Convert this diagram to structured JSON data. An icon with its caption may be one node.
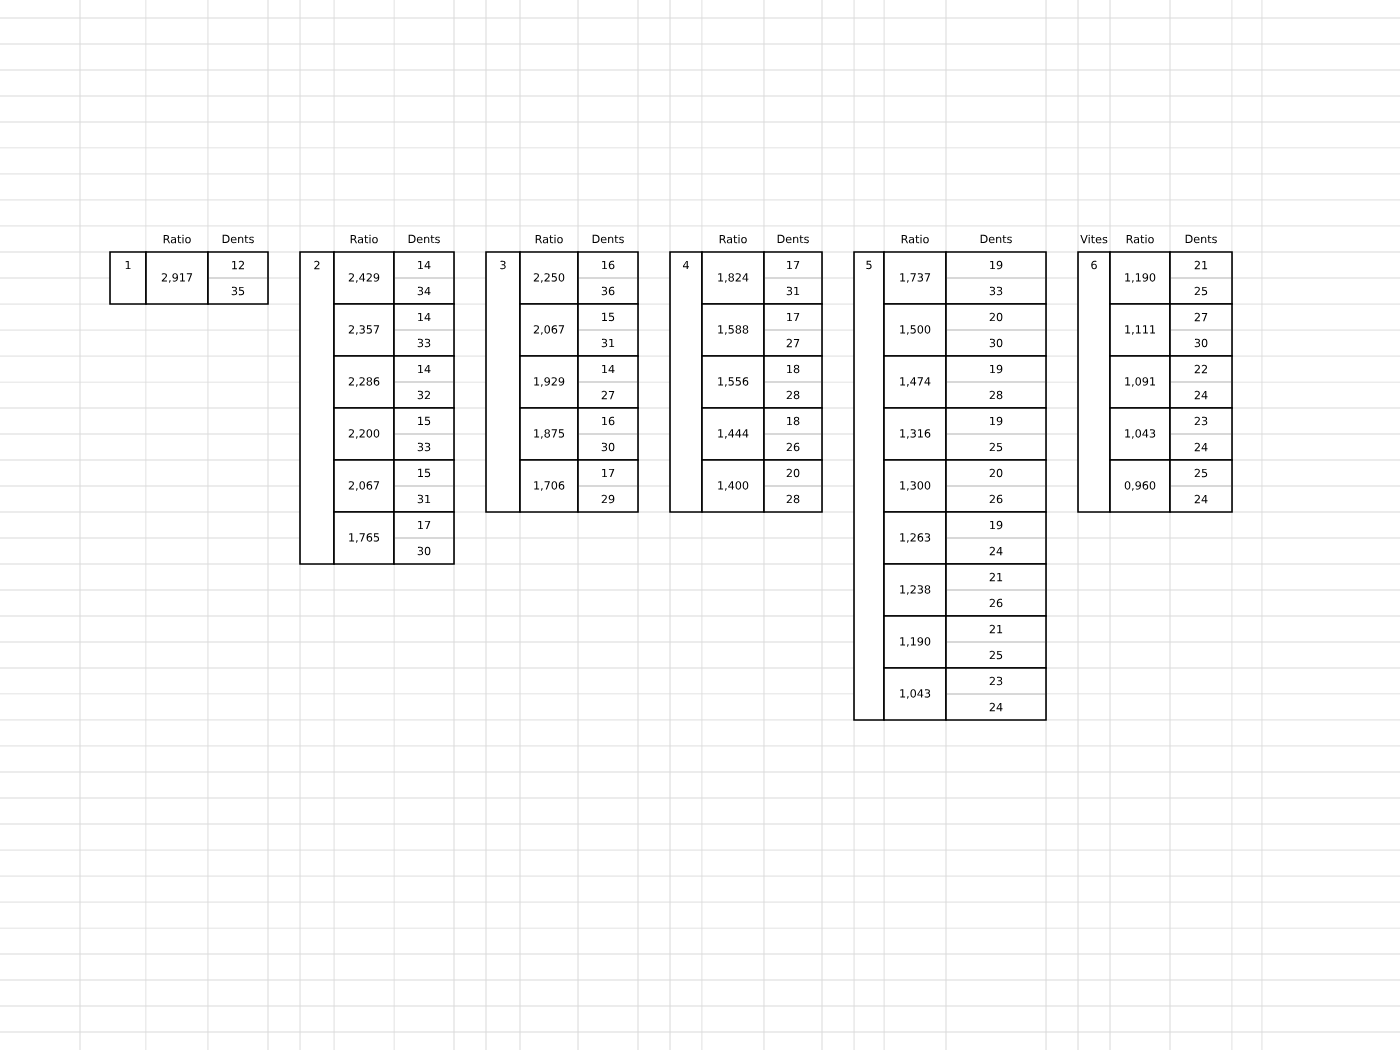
{
  "diagram": {
    "labels": [
      "Ratio",
      "Dents",
      "1",
      "2,917",
      "12",
      "35",
      "Ratio",
      "Dents",
      "2",
      "2,429",
      "14",
      "34",
      "2,357",
      "14",
      "33",
      "2,286",
      "14",
      "32",
      "2,200",
      "15",
      "33",
      "2,067",
      "15",
      "31",
      "1,765",
      "17",
      "30",
      "Ratio",
      "Dents",
      "3",
      "2,250",
      "16",
      "36",
      "2,067",
      "15",
      "31",
      "1,929",
      "14",
      "27",
      "1,875",
      "16",
      "30",
      "1,706",
      "17",
      "29",
      "Ratio",
      "Dents",
      "4",
      "1,824",
      "17",
      "31",
      "1,588",
      "17",
      "27",
      "1,556",
      "18",
      "28",
      "1,444",
      "18",
      "26",
      "1,400",
      "20",
      "28",
      "Ratio",
      "Dents",
      "5",
      "1,737",
      "19",
      "33",
      "1,500",
      "20",
      "30",
      "1,474",
      "19",
      "28",
      "1,316",
      "19",
      "25",
      "1,300",
      "20",
      "26",
      "1,263",
      "19",
      "24",
      "1,238",
      "21",
      "26",
      "1,190",
      "21",
      "25",
      "1,043",
      "23",
      "24",
      "Vites",
      "Ratio",
      "Dents",
      "6",
      "1,190",
      "21",
      "25",
      "1,111",
      "27",
      "30",
      "1,091",
      "22",
      "24",
      "1,043",
      "23",
      "24",
      "0,960",
      "25",
      "24"
    ]
  }
}
